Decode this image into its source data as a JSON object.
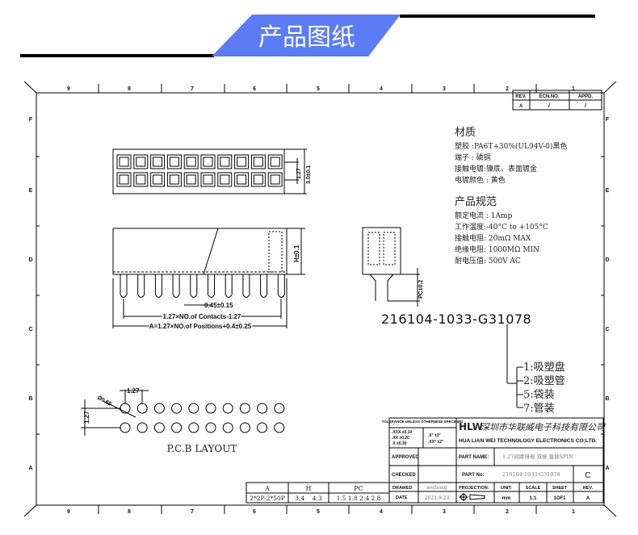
{
  "banner": {
    "title": "产品图纸",
    "accent": "#0000ee",
    "tab_color": "#5b7cf5"
  },
  "ruler": {
    "cols": [
      "9",
      "8",
      "7",
      "6",
      "5",
      "4",
      "3",
      "2",
      "1"
    ],
    "rows": [
      "F",
      "E",
      "D",
      "C",
      "B",
      "A"
    ]
  },
  "rev_table": {
    "headers": [
      "REV.",
      "ECN.NO.",
      "APPD."
    ],
    "values": [
      "A",
      "/",
      "/"
    ]
  },
  "material": {
    "title": "材质",
    "lines": [
      "塑胶 :PA6T+30%(UL94V-0)黑色",
      "端子 : 磷铜",
      "接触电镀:镍底、表面镀金",
      "电镀颜色 : 黄色"
    ]
  },
  "spec": {
    "title": "产品规范",
    "lines": [
      "额定电流 : 1Amp",
      "工作温度:-40°C to +105°C",
      "接触电阻: 20mΩ MAX",
      "绝缘电阻: 1000MΩ MIN",
      "耐电压值: 500V AC"
    ]
  },
  "dims": {
    "pitch_v": "1.27",
    "height_top": "3.0±0.1",
    "h": "H±0.1",
    "pin_w": "0.45±0.15",
    "contacts": "1.27×NO.of Contacts-1.27",
    "positions": "A=1.27×NO.of Positions+0.4±0.25",
    "pc": "PC±0.2",
    "pcb_pitch_h": "1.27",
    "pcb_pitch_v": "1.27",
    "hole": "Ø0.65"
  },
  "part_number": "216104-1033-G31078",
  "packaging": [
    "1:吸塑盘",
    "2:吸塑管",
    "5:袋装",
    "7:管装"
  ],
  "pcb_label": "P.C.B LAYOUT",
  "size_table": {
    "headers": [
      "A",
      "H",
      "PC"
    ],
    "values": [
      "2*2P-2*50P",
      "3.4    4.3",
      "1.5 1.8  2.4  2.8"
    ]
  },
  "title_block": {
    "tolerance_title": "TOLERANCE UNLESS OTHERWISE SPECIFIED",
    "tol1": ".XXX ±0.10",
    ".tol2": "",
    "tol_lines": [
      ".XXX ±0.10",
      ".XX ±0.20",
      ".X ±0.30"
    ],
    "ang_lines": [
      ".X° ±3°",
      ".XX° ±2°"
    ],
    "logo": "HLW",
    "company_cn": "深圳市华联威电子科技有限公司",
    "company_en": "HUA LIAN WEI TECHNOLOGY ELECTRONICS CO;LTD.",
    "approved": "APPROVED",
    "checked": "CHECKED",
    "drawed": "DRAWED",
    "drawer": "weihong",
    "date_label": "DATE",
    "date": "2021.9.23",
    "part_name_label": "PART NAME:",
    "part_name": "1.27间距排母 双排 直插SPIN",
    "part_no_label": "PART No:",
    "part_no": "216104-1033-G31078",
    "rev_letter": "C",
    "projection": "PROJECTION:",
    "unit_label": "UNIT:",
    "unit": "mm",
    "scale_label": "SCALE",
    "scale": "1:1",
    "sheet_label": "SHEET",
    "sheet": "1OF1",
    "rev_label": "REV.",
    "rev": "A"
  }
}
